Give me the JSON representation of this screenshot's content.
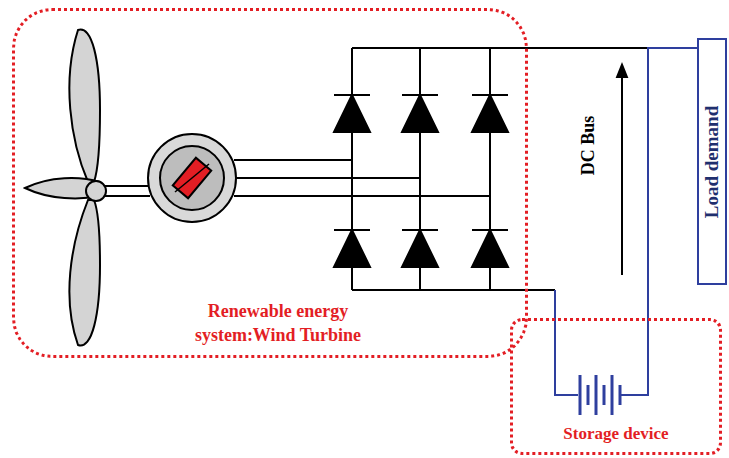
{
  "diagram": {
    "nodes": [
      {
        "text": [
          "Renewable energy system:Wind Turbine"
        ]
      },
      {
        "text": [
          "Load demand"
        ]
      },
      {
        "text": [
          "Storage device"
        ]
      }
    ],
    "edges": [
      {
        "from": 0,
        "to": 1,
        "arrow": "none"
      },
      {
        "from": 2,
        "to": 1,
        "arrow": "none"
      }
    ],
    "labels": [
      "DC Bus"
    ]
  }
}
